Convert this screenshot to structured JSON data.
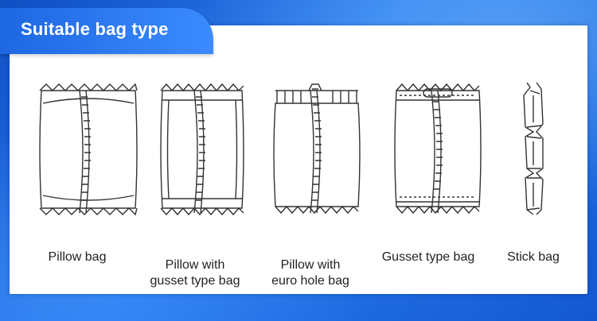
{
  "title": "Suitable bag type",
  "colors": {
    "brand_blue": "#1e67e2",
    "panel": "#ffffff",
    "ink": "#333333"
  },
  "bags": [
    {
      "icon": "pillow-bag-icon",
      "label": "Pillow bag"
    },
    {
      "icon": "pillow-gusset-bag-icon",
      "label": "Pillow with\ngusset type bag"
    },
    {
      "icon": "pillow-euro-hole-bag-icon",
      "label": "Pillow with\neuro hole bag"
    },
    {
      "icon": "gusset-type-bag-icon",
      "label": "Gusset type bag"
    },
    {
      "icon": "stick-bag-icon",
      "label": "Stick bag"
    }
  ]
}
